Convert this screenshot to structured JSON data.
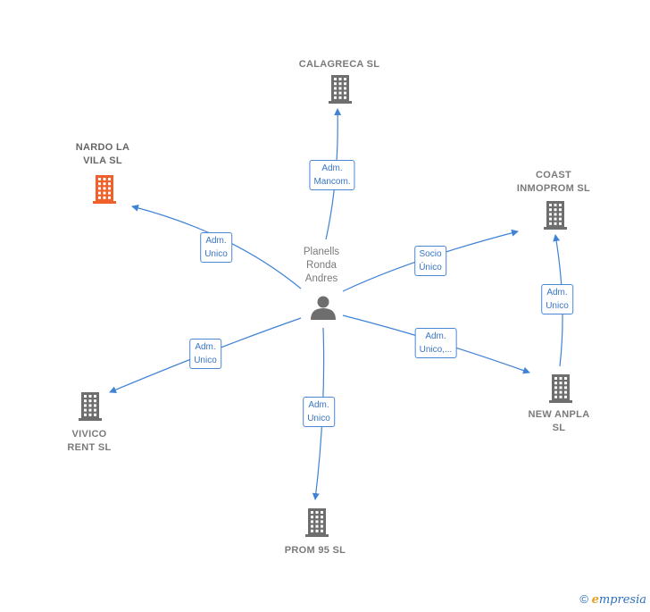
{
  "center": {
    "name_lines": [
      "Planells",
      "Ronda",
      "Andres"
    ],
    "icon": "person-icon"
  },
  "companies": [
    {
      "id": "calagreca",
      "lines": [
        "CALAGRECA SL"
      ],
      "icon": "building-icon",
      "highlight": false
    },
    {
      "id": "nardo",
      "lines": [
        "NARDO LA",
        "VILA  SL"
      ],
      "icon": "building-icon",
      "highlight": true
    },
    {
      "id": "coast",
      "lines": [
        "COAST",
        "INMOPROM SL"
      ],
      "icon": "building-icon",
      "highlight": false
    },
    {
      "id": "newanpla",
      "lines": [
        "NEW ANPLA",
        "SL"
      ],
      "icon": "building-icon",
      "highlight": false
    },
    {
      "id": "vivico",
      "lines": [
        "VIVICO",
        "RENT SL"
      ],
      "icon": "building-icon",
      "highlight": false
    },
    {
      "id": "prom95",
      "lines": [
        "PROM 95 SL"
      ],
      "icon": "building-icon",
      "highlight": false
    }
  ],
  "relations": [
    {
      "to": "calagreca",
      "lines": [
        "Adm.",
        "Mancom."
      ]
    },
    {
      "to": "nardo",
      "lines": [
        "Adm.",
        "Unico"
      ]
    },
    {
      "to": "coast",
      "lines": [
        "Socio",
        "Único"
      ]
    },
    {
      "to": "newanpla",
      "lines": [
        "Adm.",
        "Unico,..."
      ]
    },
    {
      "to": "vivico",
      "lines": [
        "Adm.",
        "Unico"
      ]
    },
    {
      "to": "prom95",
      "lines": [
        "Adm.",
        "Unico"
      ]
    },
    {
      "from": "newanpla",
      "to": "coast",
      "lines": [
        "Adm.",
        "Unico"
      ]
    }
  ],
  "colors": {
    "edge": "#3f82d6",
    "building": "#6e6e6e",
    "building_highlight": "#f0602a",
    "person": "#6e6e6e"
  },
  "footer": {
    "copyright": "©",
    "brand": "mpresia",
    "brand_initial": "e"
  }
}
